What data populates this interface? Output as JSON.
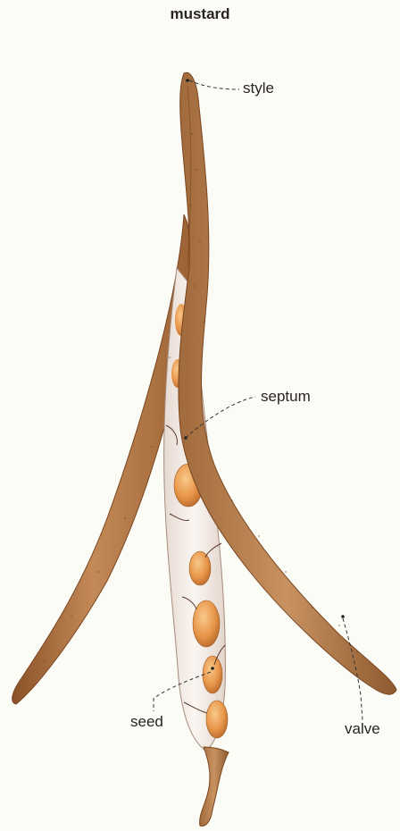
{
  "diagram": {
    "title": "mustard",
    "labels": {
      "style": "style",
      "septum": "septum",
      "seed": "seed",
      "valve": "valve"
    }
  },
  "colors": {
    "background": "#fcfcf6",
    "valve_fill": "#b37a4a",
    "valve_shadow": "#8a5228",
    "septum_fill": "#f3ece7",
    "seed_fill": "#e89a48",
    "seed_highlight": "#f6c382",
    "leader_line": "#333333"
  }
}
